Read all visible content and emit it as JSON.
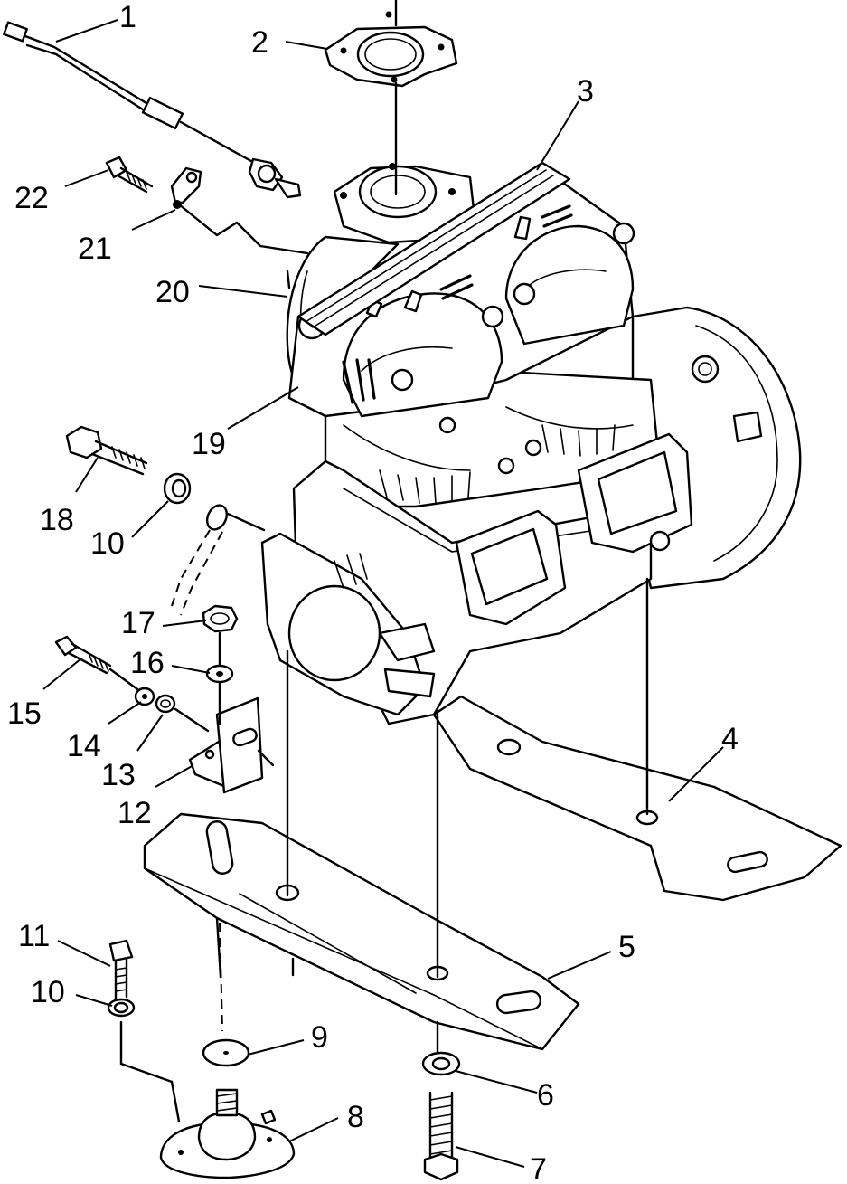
{
  "diagram": {
    "callouts": [
      {
        "id": "c1",
        "label": "1"
      },
      {
        "id": "c2",
        "label": "2"
      },
      {
        "id": "c3",
        "label": "3"
      },
      {
        "id": "c4",
        "label": "4"
      },
      {
        "id": "c5",
        "label": "5"
      },
      {
        "id": "c6",
        "label": "6"
      },
      {
        "id": "c7",
        "label": "7"
      },
      {
        "id": "c8",
        "label": "8"
      },
      {
        "id": "c9",
        "label": "9"
      },
      {
        "id": "c10a",
        "label": "10"
      },
      {
        "id": "c10b",
        "label": "10"
      },
      {
        "id": "c11",
        "label": "11"
      },
      {
        "id": "c12",
        "label": "12"
      },
      {
        "id": "c13",
        "label": "13"
      },
      {
        "id": "c14",
        "label": "14"
      },
      {
        "id": "c15",
        "label": "15"
      },
      {
        "id": "c16",
        "label": "16"
      },
      {
        "id": "c17",
        "label": "17"
      },
      {
        "id": "c18",
        "label": "18"
      },
      {
        "id": "c19",
        "label": "19"
      },
      {
        "id": "c20",
        "label": "20"
      },
      {
        "id": "c21",
        "label": "21"
      },
      {
        "id": "c22",
        "label": "22"
      }
    ]
  }
}
